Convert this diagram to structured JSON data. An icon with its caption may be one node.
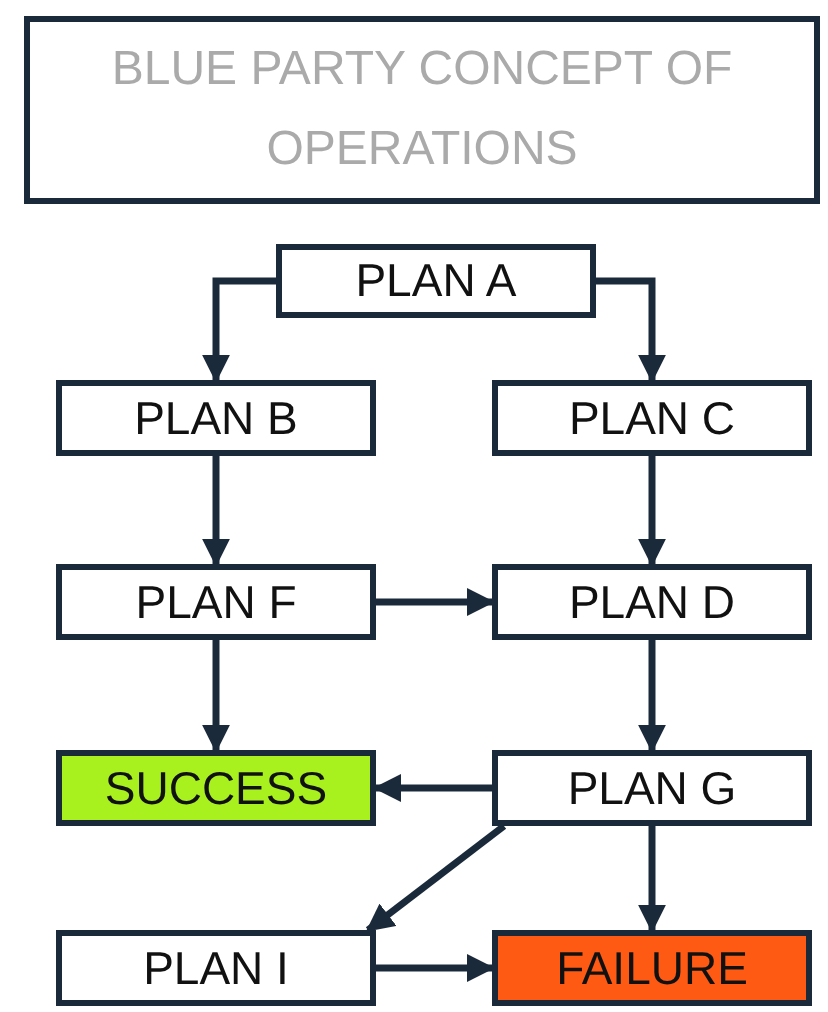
{
  "diagram": {
    "nodes": [
      {
        "text": [
          "BLUE PARTY CONCEPT OF OPERATIONS"
        ]
      },
      {
        "text": [
          "PLAN A"
        ]
      },
      {
        "text": [
          "PLAN B"
        ]
      },
      {
        "text": [
          "PLAN C"
        ]
      },
      {
        "text": [
          "PLAN F"
        ]
      },
      {
        "text": [
          "PLAN D"
        ]
      },
      {
        "text": [
          "SUCCESS"
        ]
      },
      {
        "text": [
          "PLAN G"
        ]
      },
      {
        "text": [
          "PLAN I"
        ]
      },
      {
        "text": [
          "FAILURE"
        ]
      }
    ],
    "edges": [
      {
        "from": 1,
        "to": 2,
        "arrow": "to"
      },
      {
        "from": 1,
        "to": 3,
        "arrow": "to"
      },
      {
        "from": 2,
        "to": 4,
        "arrow": "to"
      },
      {
        "from": 3,
        "to": 5,
        "arrow": "to"
      },
      {
        "from": 4,
        "to": 5,
        "arrow": "to"
      },
      {
        "from": 4,
        "to": 6,
        "arrow": "to"
      },
      {
        "from": 5,
        "to": 7,
        "arrow": "to"
      },
      {
        "from": 7,
        "to": 6,
        "arrow": "to"
      },
      {
        "from": 7,
        "to": 9,
        "arrow": "to"
      },
      {
        "from": 7,
        "to": 8,
        "arrow": "to"
      },
      {
        "from": 8,
        "to": 9,
        "arrow": "to"
      }
    ]
  }
}
